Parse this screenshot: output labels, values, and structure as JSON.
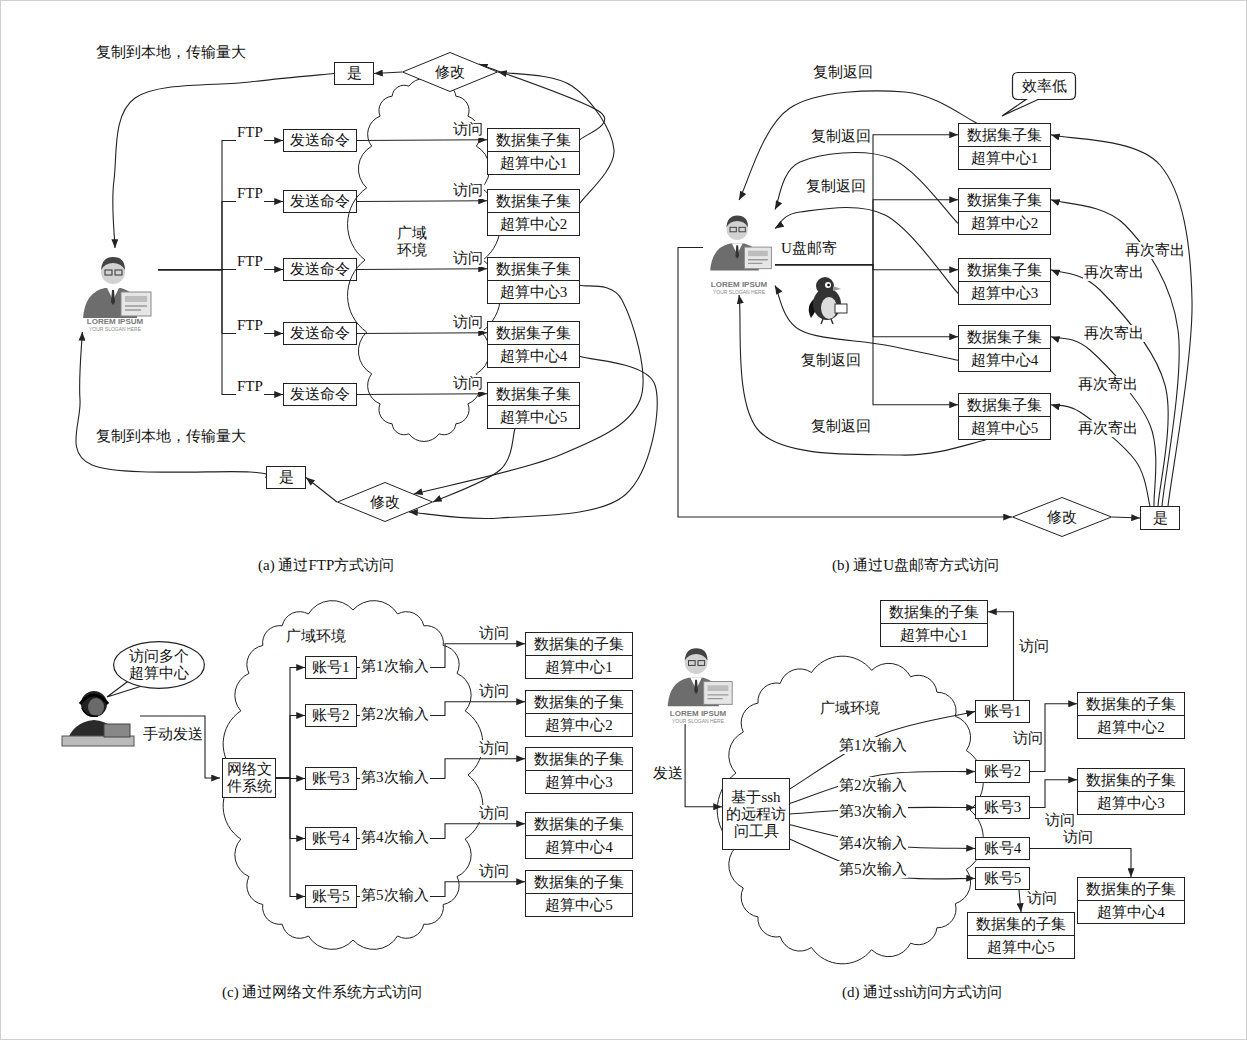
{
  "diagram": {
    "nodes": [
      {
        "text": [
          "LOREM IPSUM",
          "YOUR SLOGAN HERE"
        ]
      },
      {
        "text": [
          "发送命令"
        ]
      },
      {
        "text": [
          "发送命令"
        ]
      },
      {
        "text": [
          "发送命令"
        ]
      },
      {
        "text": [
          "发送命令"
        ]
      },
      {
        "text": [
          "发送命令"
        ]
      },
      {
        "text": [
          "广域 环境"
        ]
      },
      {
        "text": [
          "数据集子集",
          "超算中心1"
        ]
      },
      {
        "text": [
          "数据集子集",
          "超算中心2"
        ]
      },
      {
        "text": [
          "数据集子集",
          "超算中心3"
        ]
      },
      {
        "text": [
          "数据集子集",
          "超算中心4"
        ]
      },
      {
        "text": [
          "数据集子集",
          "超算中心5"
        ]
      },
      {
        "text": [
          "修改"
        ]
      },
      {
        "text": [
          "是"
        ]
      },
      {
        "text": [
          "修改"
        ]
      },
      {
        "text": [
          "是"
        ]
      },
      {
        "text": [
          "LOREM IPSUM",
          "YOUR SLOGAN HERE"
        ]
      },
      {
        "text": [
          "数据集子集",
          "超算中心1"
        ]
      },
      {
        "text": [
          "数据集子集",
          "超算中心2"
        ]
      },
      {
        "text": [
          "数据集子集",
          "超算中心3"
        ]
      },
      {
        "text": [
          "数据集子集",
          "超算中心4"
        ]
      },
      {
        "text": [
          "数据集子集",
          "超算中心5"
        ]
      },
      {
        "text": [
          "效率低"
        ]
      },
      {
        "text": [
          "修改"
        ]
      },
      {
        "text": [
          "是"
        ]
      },
      {
        "text": [
          "访问多个超算中心"
        ]
      },
      {
        "text": [
          "广域环境"
        ]
      },
      {
        "text": [
          "网络文件系统"
        ],
        "in": 26
      },
      {
        "text": [
          "账号1"
        ],
        "in": 26
      },
      {
        "text": [
          "账号2"
        ],
        "in": 26
      },
      {
        "text": [
          "账号3"
        ],
        "in": 26
      },
      {
        "text": [
          "账号4"
        ],
        "in": 26
      },
      {
        "text": [
          "账号5"
        ],
        "in": 26
      },
      {
        "text": [
          "数据集的子集",
          "超算中心1"
        ]
      },
      {
        "text": [
          "数据集的子集",
          "超算中心2"
        ]
      },
      {
        "text": [
          "数据集的子集",
          "超算中心3"
        ]
      },
      {
        "text": [
          "数据集的子集",
          "超算中心4"
        ]
      },
      {
        "text": [
          "数据集的子集",
          "超算中心5"
        ]
      },
      {
        "text": [
          "LOREM IPSUM",
          "YOUR SLOGAN HERE"
        ]
      },
      {
        "text": [
          "广域环境"
        ]
      },
      {
        "text": [
          "基于ssh的远程访问工具"
        ],
        "in": 39
      },
      {
        "text": [
          "账号1"
        ],
        "in": 39
      },
      {
        "text": [
          "账号2"
        ],
        "in": 39
      },
      {
        "text": [
          "账号3"
        ],
        "in": 39
      },
      {
        "text": [
          "账号4"
        ],
        "in": 39
      },
      {
        "text": [
          "账号5"
        ],
        "in": 39
      },
      {
        "text": [
          "数据集的子集",
          "超算中心1"
        ]
      },
      {
        "text": [
          "数据集的子集",
          "超算中心2"
        ]
      },
      {
        "text": [
          "数据集的子集",
          "超算中心3"
        ]
      },
      {
        "text": [
          "数据集的子集",
          "超算中心4"
        ]
      },
      {
        "text": [
          "数据集的子集",
          "超算中心5"
        ]
      }
    ],
    "edges": [
      {
        "from": 0,
        "to": 1,
        "label": "FTP",
        "arrow": "to"
      },
      {
        "from": 0,
        "to": 2,
        "label": "FTP",
        "arrow": "to"
      },
      {
        "from": 0,
        "to": 3,
        "label": "FTP",
        "arrow": "to"
      },
      {
        "from": 0,
        "to": 4,
        "label": "FTP",
        "arrow": "to"
      },
      {
        "from": 0,
        "to": 5,
        "label": "FTP",
        "arrow": "to"
      },
      {
        "from": 1,
        "to": 7,
        "label": "访问",
        "arrow": "to"
      },
      {
        "from": 2,
        "to": 8,
        "label": "访问",
        "arrow": "to"
      },
      {
        "from": 3,
        "to": 9,
        "label": "访问",
        "arrow": "to"
      },
      {
        "from": 4,
        "to": 10,
        "label": "访问",
        "arrow": "to"
      },
      {
        "from": 5,
        "to": 11,
        "label": "访问",
        "arrow": "to"
      },
      {
        "from": 7,
        "to": 12,
        "arrow": "to"
      },
      {
        "from": 8,
        "to": 12,
        "arrow": "to"
      },
      {
        "from": 12,
        "to": 13,
        "arrow": "to"
      },
      {
        "from": 13,
        "to": 0,
        "label": "复制到本地，传输量大",
        "arrow": "to"
      },
      {
        "from": 9,
        "to": 14,
        "arrow": "to"
      },
      {
        "from": 10,
        "to": 14,
        "arrow": "to"
      },
      {
        "from": 11,
        "to": 14,
        "arrow": "to"
      },
      {
        "from": 14,
        "to": 15,
        "arrow": "to"
      },
      {
        "from": 15,
        "to": 0,
        "label": "复制到本地，传输量大",
        "arrow": "to"
      },
      {
        "from": 16,
        "to": 17,
        "label": "U盘邮寄",
        "arrow": "to"
      },
      {
        "from": 16,
        "to": 18,
        "arrow": "to"
      },
      {
        "from": 16,
        "to": 19,
        "arrow": "to"
      },
      {
        "from": 16,
        "to": 20,
        "arrow": "to"
      },
      {
        "from": 16,
        "to": 21,
        "arrow": "to"
      },
      {
        "from": 17,
        "to": 16,
        "label": "复制返回",
        "arrow": "to"
      },
      {
        "from": 18,
        "to": 16,
        "label": "复制返回",
        "arrow": "to"
      },
      {
        "from": 19,
        "to": 16,
        "label": "复制返回",
        "arrow": "to"
      },
      {
        "from": 20,
        "to": 16,
        "label": "复制返回",
        "arrow": "to"
      },
      {
        "from": 21,
        "to": 16,
        "label": "复制返回",
        "arrow": "to"
      },
      {
        "from": 16,
        "to": 23,
        "arrow": "to"
      },
      {
        "from": 23,
        "to": 24,
        "arrow": "to"
      },
      {
        "from": 24,
        "to": 17,
        "label": "再次寄出",
        "arrow": "to"
      },
      {
        "from": 24,
        "to": 18,
        "label": "再次寄出",
        "arrow": "to"
      },
      {
        "from": 24,
        "to": 19,
        "label": "再次寄出",
        "arrow": "to"
      },
      {
        "from": 24,
        "to": 20,
        "label": "再次寄出",
        "arrow": "to"
      },
      {
        "from": 24,
        "to": 21,
        "label": "再次寄出",
        "arrow": "to"
      },
      {
        "from": 27,
        "to": 28,
        "arrow": "to"
      },
      {
        "from": 27,
        "to": 29,
        "arrow": "to"
      },
      {
        "from": 27,
        "to": 30,
        "arrow": "to"
      },
      {
        "from": 27,
        "to": 31,
        "arrow": "to"
      },
      {
        "from": 27,
        "to": 32,
        "arrow": "to"
      },
      {
        "from": 28,
        "to": 33,
        "label": "访问",
        "arrow": "to"
      },
      {
        "from": 29,
        "to": 34,
        "label": "访问",
        "arrow": "to"
      },
      {
        "from": 30,
        "to": 35,
        "label": "访问",
        "arrow": "to"
      },
      {
        "from": 31,
        "to": 36,
        "label": "访问",
        "arrow": "to"
      },
      {
        "from": 32,
        "to": 37,
        "label": "访问",
        "arrow": "to"
      },
      {
        "from": 38,
        "to": 40,
        "label": "发送",
        "arrow": "to"
      },
      {
        "from": 40,
        "to": 41,
        "label": "第1次输入",
        "arrow": "to"
      },
      {
        "from": 40,
        "to": 42,
        "label": "第2次输入",
        "arrow": "to"
      },
      {
        "from": 40,
        "to": 43,
        "label": "第3次输入",
        "arrow": "to"
      },
      {
        "from": 40,
        "to": 44,
        "label": "第4次输入",
        "arrow": "to"
      },
      {
        "from": 40,
        "to": 45,
        "label": "第5次输入",
        "arrow": "to"
      },
      {
        "from": 41,
        "to": 46,
        "label": "访问",
        "arrow": "to"
      },
      {
        "from": 42,
        "to": 47,
        "label": "访问",
        "arrow": "to"
      },
      {
        "from": 43,
        "to": 48,
        "label": "访问",
        "arrow": "to"
      },
      {
        "from": 44,
        "to": 49,
        "label": "访问",
        "arrow": "to"
      },
      {
        "from": 45,
        "to": 50,
        "label": "访问",
        "arrow": "to"
      }
    ],
    "labels": [
      "(a) 通过FTP方式访问",
      "(b) 通过U盘邮寄方式访问",
      "(c) 通过网络文件系统方式访问",
      "(d) 通过ssh访问方式访问",
      "手动发送",
      "第1次输入",
      "第2次输入",
      "第3次输入",
      "第4次输入",
      "第5次输入"
    ]
  }
}
